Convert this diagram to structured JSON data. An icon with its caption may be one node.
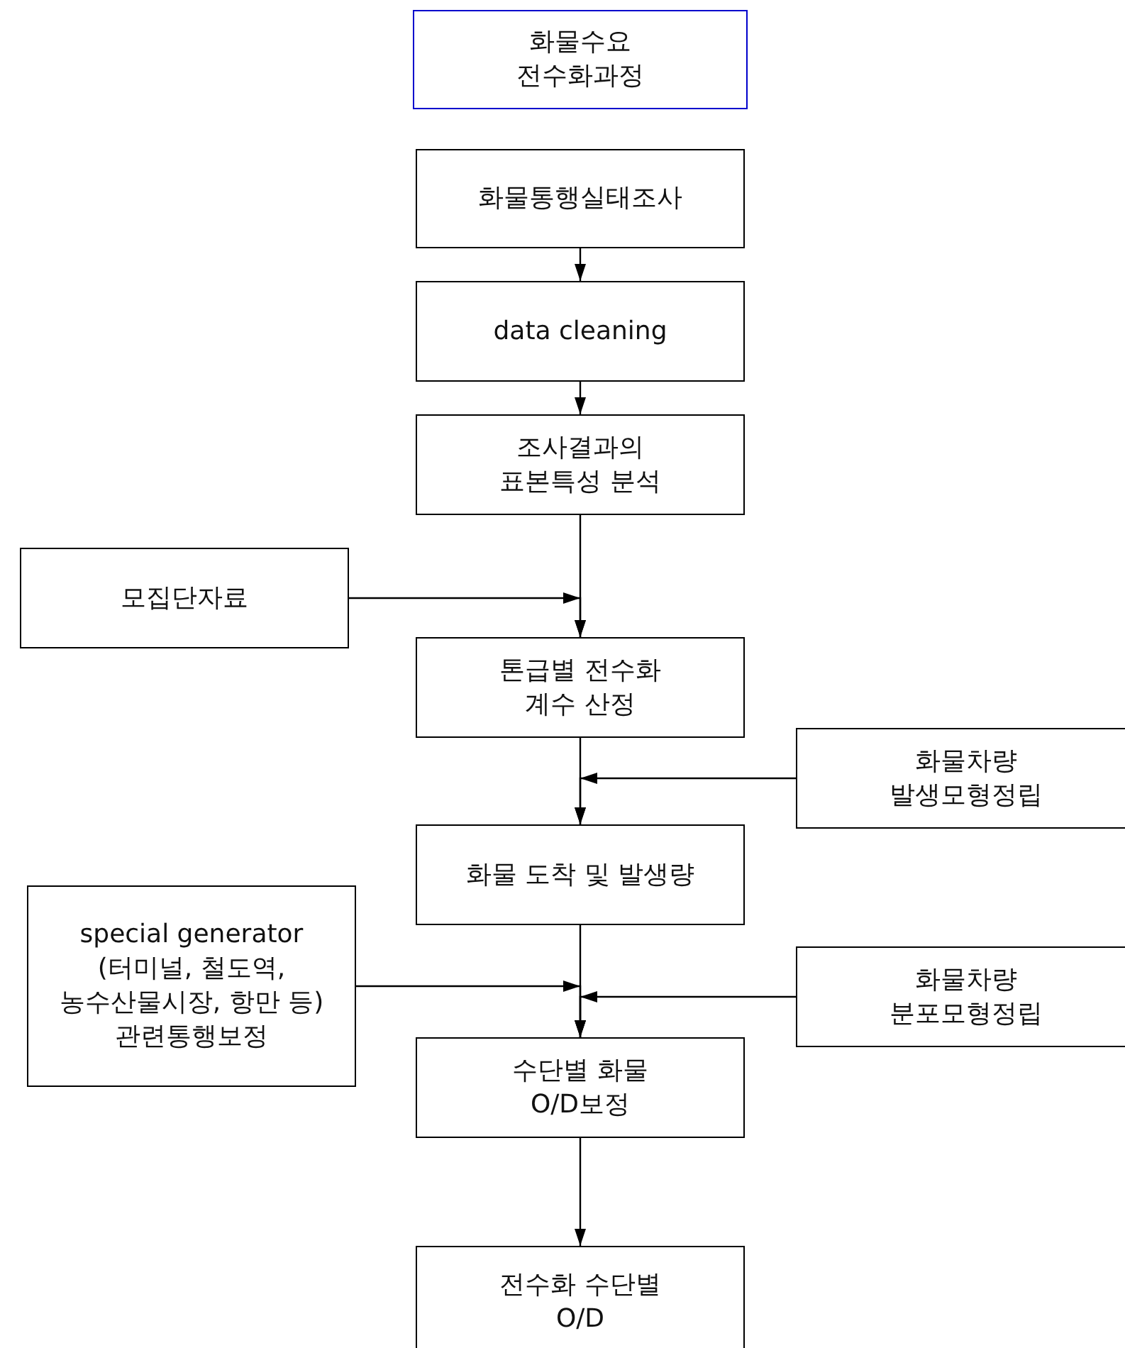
{
  "diagram": {
    "nodes": [
      {
        "text": [
          "화물수요 전수화과정"
        ]
      },
      {
        "text": [
          "화물통행실태조사"
        ]
      },
      {
        "text": [
          "data cleaning"
        ]
      },
      {
        "text": [
          "조사결과의 표본특성 분석"
        ]
      },
      {
        "text": [
          "모집단자료"
        ]
      },
      {
        "text": [
          "톤급별 전수화 계수 산정"
        ]
      },
      {
        "text": [
          "화물차량 발생모형정립"
        ]
      },
      {
        "text": [
          "화물 도착 및 발생량"
        ]
      },
      {
        "text": [
          "special generator (터미널, 철도역, 농수산물시장, 항만 등) 관련통행보정"
        ]
      },
      {
        "text": [
          "화물차량 분포모형정립"
        ]
      },
      {
        "text": [
          "수단별 화물 O/D보정"
        ]
      },
      {
        "text": [
          "전수화 수단별 O/D"
        ]
      }
    ],
    "edges": [
      {
        "from": 1,
        "to": 2,
        "arrow": "to"
      },
      {
        "from": 2,
        "to": 3,
        "arrow": "to"
      },
      {
        "from": 3,
        "to": 5,
        "arrow": "to"
      },
      {
        "from": 4,
        "to": 5,
        "arrow": "to"
      },
      {
        "from": 5,
        "to": 7,
        "arrow": "to"
      },
      {
        "from": 6,
        "to": 7,
        "arrow": "to"
      },
      {
        "from": 7,
        "to": 10,
        "arrow": "to"
      },
      {
        "from": 8,
        "to": 10,
        "arrow": "to"
      },
      {
        "from": 9,
        "to": 10,
        "arrow": "to"
      },
      {
        "from": 10,
        "to": 11,
        "arrow": "to"
      }
    ]
  }
}
